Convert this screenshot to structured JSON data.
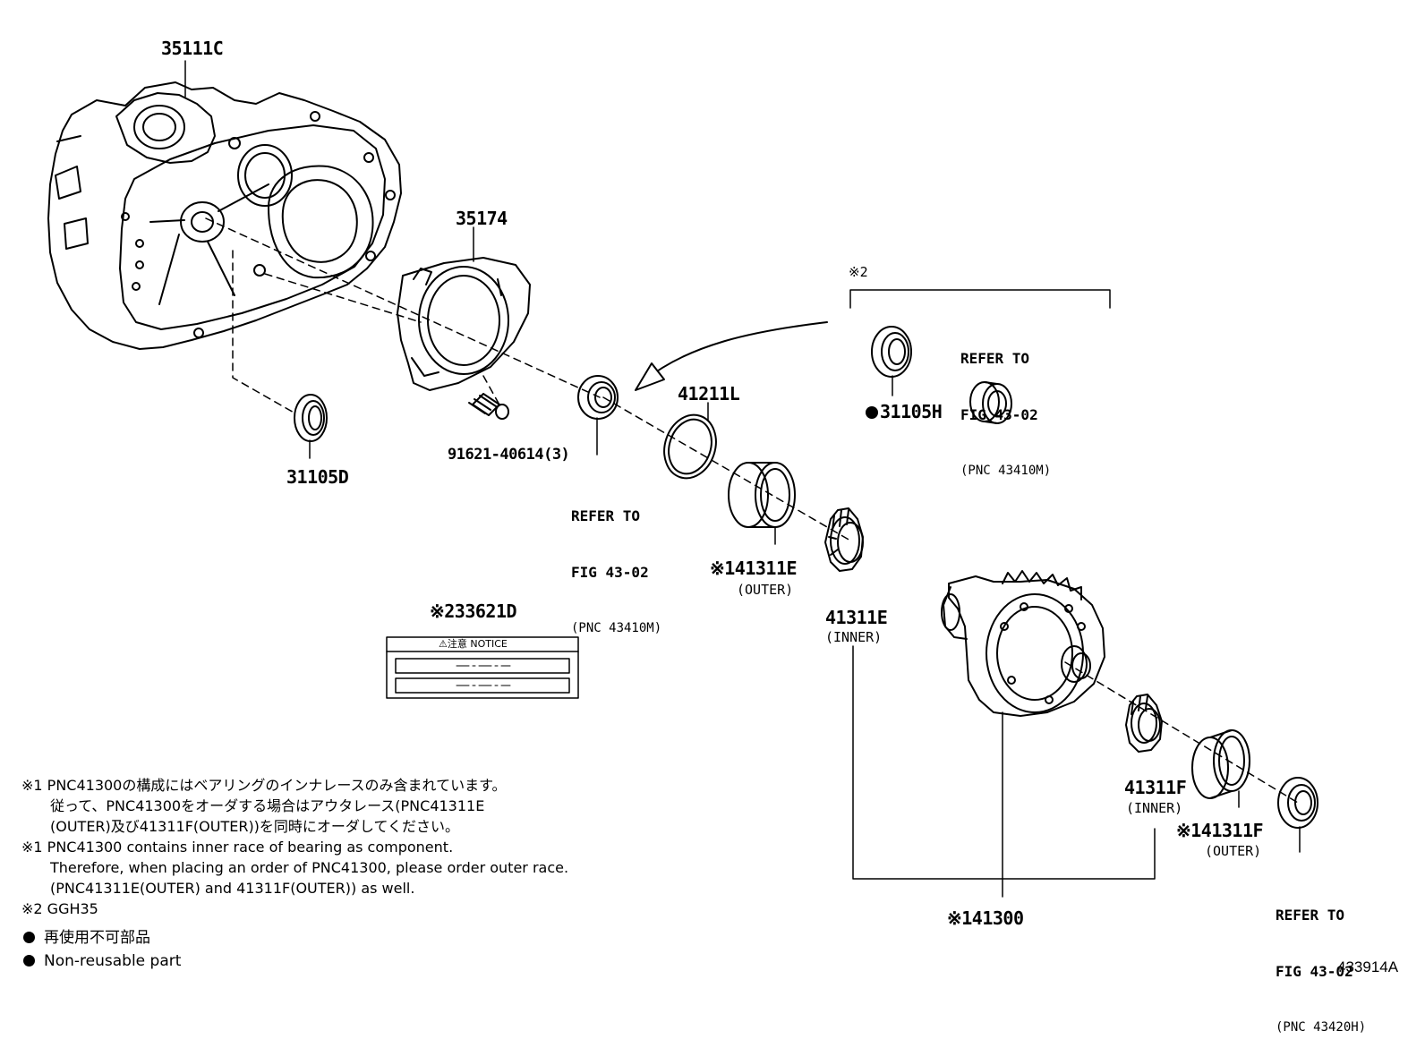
{
  "labels": {
    "p35111c": "35111C",
    "p35174": "35174",
    "p31105d": "31105D",
    "p91621": "91621-40614(3)",
    "p41211l": "41211L",
    "p31105h": "31105H",
    "p41311e_outer": "※141311E",
    "p41311e_outer_sub": "(OUTER)",
    "p41311e_inner": "41311E",
    "p41311e_inner_sub": "(INNER)",
    "p41311f_inner": "41311F",
    "p41311f_inner_sub": "(INNER)",
    "p41311f_outer": "※141311F",
    "p41311f_outer_sub": "(OUTER)",
    "p41300": "※141300",
    "p33621d": "※233621D",
    "bracket_mark": "※2"
  },
  "refs": {
    "ref1": [
      "REFER TO",
      "FIG 43-02",
      "(PNC 43410M)"
    ],
    "ref2": [
      "REFER TO",
      "FIG 43-02",
      "(PNC 43410M)"
    ],
    "ref3": [
      "REFER TO",
      "FIG 43-02",
      "(PNC 43420H)"
    ]
  },
  "notice_label": {
    "header": "⚠注意  NOTICE"
  },
  "notes": [
    "※1 PNC41300の構成にはベアリングのインナレースのみ含まれています。",
    "　　従って、PNC41300をオーダする場合はアウタレース(PNC41311E",
    "　　(OUTER)及び41311F(OUTER))を同時にオーダしてください。",
    "※1 PNC41300 contains inner race of bearing as component.",
    "　　Therefore, when placing an order of PNC41300, please order outer race.",
    "　　(PNC41311E(OUTER) and 41311F(OUTER)) as well.",
    "※2 GGH35"
  ],
  "legend": {
    "jp": "再使用不可部品",
    "en": "Non-reusable part"
  },
  "figure_code": "433914A"
}
